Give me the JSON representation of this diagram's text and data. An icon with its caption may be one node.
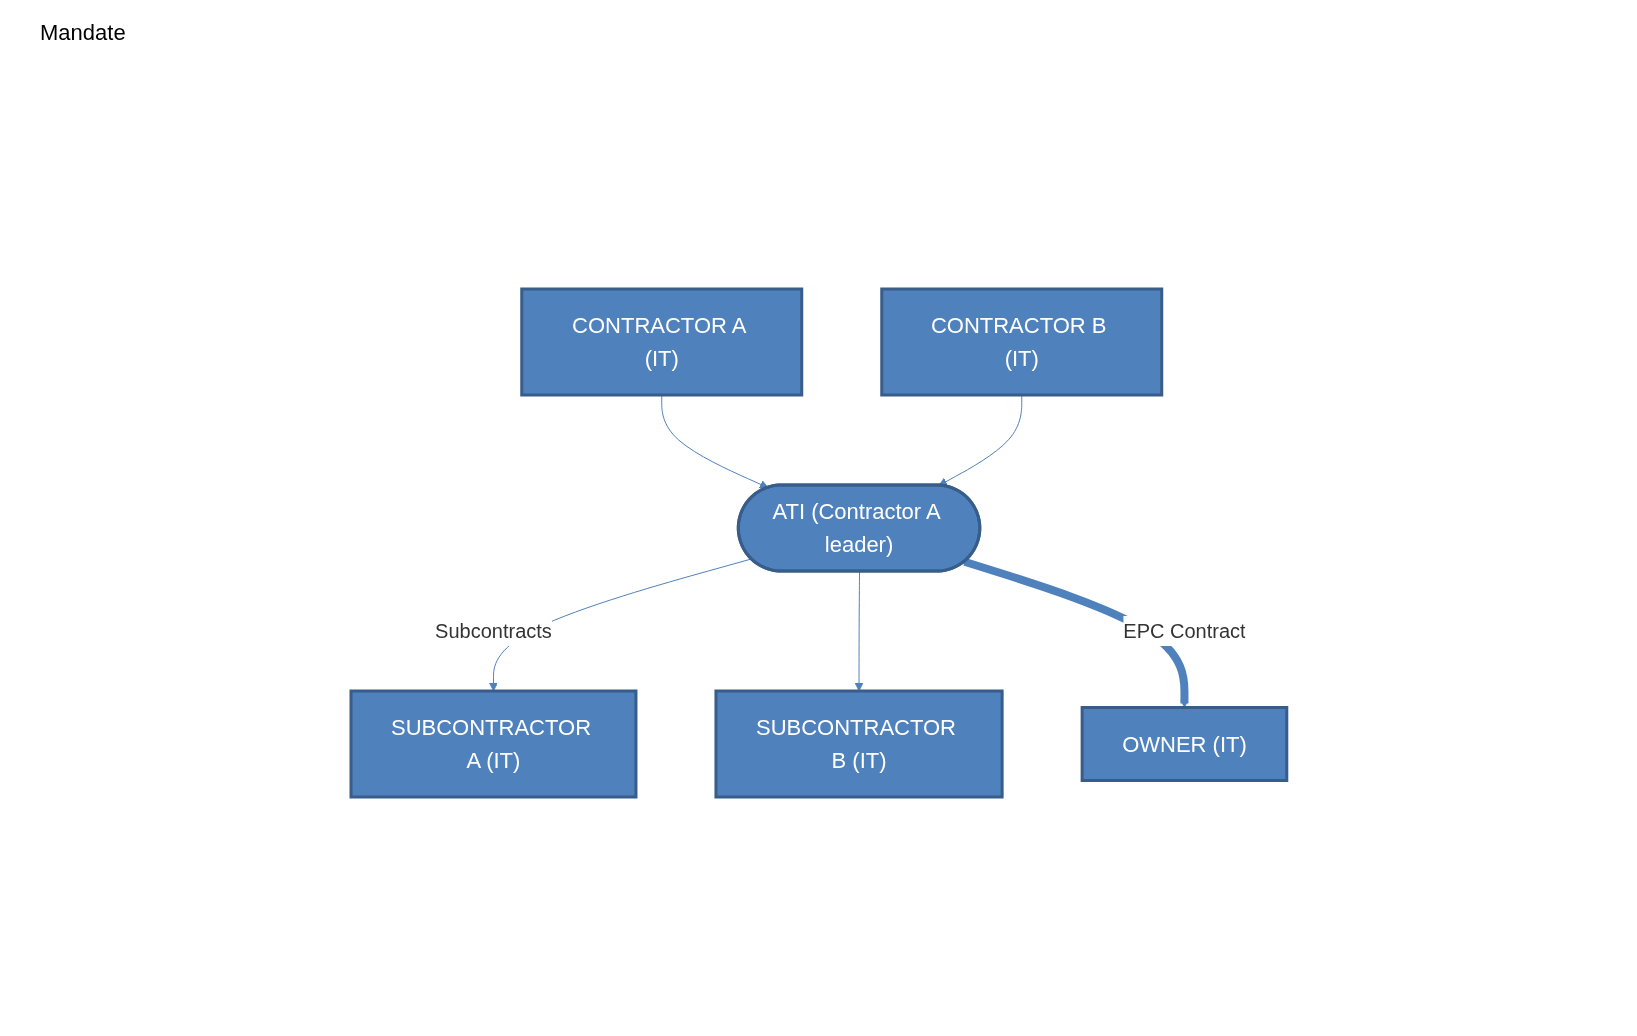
{
  "diagram": {
    "nodes": [
      {
        "text": [
          "CONTRACTOR A (IT)"
        ]
      },
      {
        "text": [
          "CONTRACTOR B (IT)"
        ]
      },
      {
        "text": [
          "ATI (Contractor A leader)"
        ]
      },
      {
        "text": [
          "SUBCONTRACTOR A (IT)"
        ]
      },
      {
        "text": [
          "SUBCONTRACTOR B (IT)"
        ]
      },
      {
        "text": [
          "OWNER (IT)"
        ]
      }
    ],
    "edges": [
      {
        "from": 0,
        "to": 2,
        "arrow": "to"
      },
      {
        "from": 1,
        "to": 2,
        "arrow": "to"
      },
      {
        "from": 2,
        "to": 3,
        "arrow": "to",
        "label": "Subcontracts"
      },
      {
        "from": 2,
        "to": 4,
        "arrow": "to"
      },
      {
        "from": 2,
        "to": 5,
        "arrow": "to",
        "label": "EPC Contract",
        "style": "thick"
      }
    ],
    "labels": [
      "Mandate"
    ]
  }
}
